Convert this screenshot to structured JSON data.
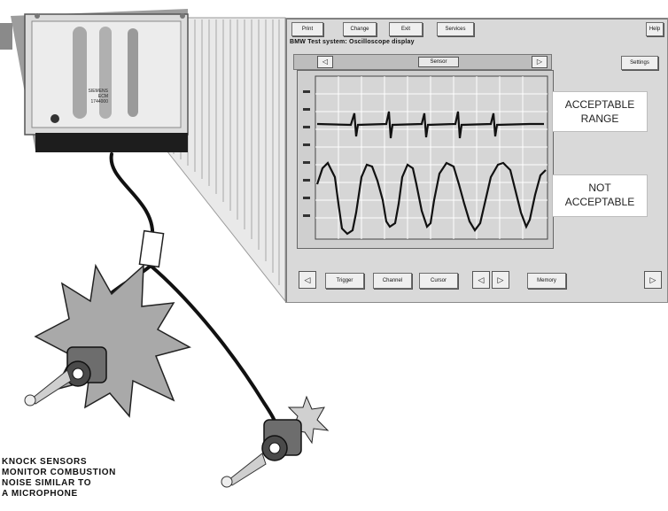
{
  "tester": {
    "toolbar": [
      "Print",
      "Change",
      "Exit",
      "Services"
    ],
    "help_label": "Help",
    "screen_title": "BMW  Test system:  Oscilloscope display",
    "nav_label": "Sensor",
    "side_button": "Settings",
    "bottom_buttons": [
      "Trigger",
      "Channel",
      "Cursor",
      "Memory"
    ],
    "nav_left_icon": "arrow-left-icon",
    "nav_right_icon": "arrow-right-icon"
  },
  "annotations": {
    "acceptable": [
      "ACCEPTABLE",
      "RANGE"
    ],
    "not_acceptable": [
      "NOT",
      "ACCEPTABLE"
    ]
  },
  "ecu": {
    "label_lines": [
      "SIEMENS",
      "ECM",
      "1744000"
    ]
  },
  "caption": {
    "lines": [
      "KNOCK SENSORS",
      "MONITOR COMBUSTION",
      "NOISE SIMILAR TO",
      "A MICROPHONE"
    ]
  },
  "colors": {
    "panel": "#d9d9d9",
    "grid_bg": "#d6d6d6",
    "trace": "#111111"
  }
}
